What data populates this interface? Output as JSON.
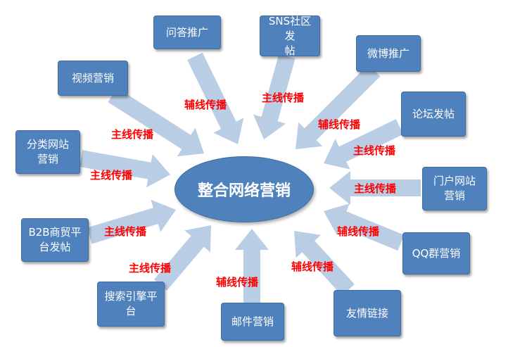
{
  "center": {
    "label": "整合网络营销"
  },
  "nodes": [
    {
      "id": "wenda",
      "label": "问答推广"
    },
    {
      "id": "sns",
      "label": "SNS社区发\n帖"
    },
    {
      "id": "weibo",
      "label": "微博推广"
    },
    {
      "id": "video",
      "label": "视频营销"
    },
    {
      "id": "forum",
      "label": "论坛发帖"
    },
    {
      "id": "classified",
      "label": "分类网站\n营销"
    },
    {
      "id": "portal",
      "label": "门户网站\n营销"
    },
    {
      "id": "b2b",
      "label": "B2B商贸平\n台发帖"
    },
    {
      "id": "qq",
      "label": "QQ群营销"
    },
    {
      "id": "search",
      "label": "搜索引擎平\n台"
    },
    {
      "id": "email",
      "label": "邮件营销"
    },
    {
      "id": "friendlink",
      "label": "友情链接"
    }
  ],
  "edge_labels": [
    {
      "text": "主线传播"
    },
    {
      "text": "辅线传播"
    },
    {
      "text": "主线传播"
    },
    {
      "text": "辅线传播"
    },
    {
      "text": "主线传播"
    },
    {
      "text": "主线传播"
    },
    {
      "text": "主线传播"
    },
    {
      "text": "辅线传播"
    },
    {
      "text": "主线传播"
    },
    {
      "text": "主线传播"
    },
    {
      "text": "辅线传播"
    },
    {
      "text": "辅线传播"
    }
  ],
  "colors": {
    "node_fill": "#4f81bd",
    "arrow_fill": "#b9cde5",
    "label_text": "#ff0000"
  }
}
